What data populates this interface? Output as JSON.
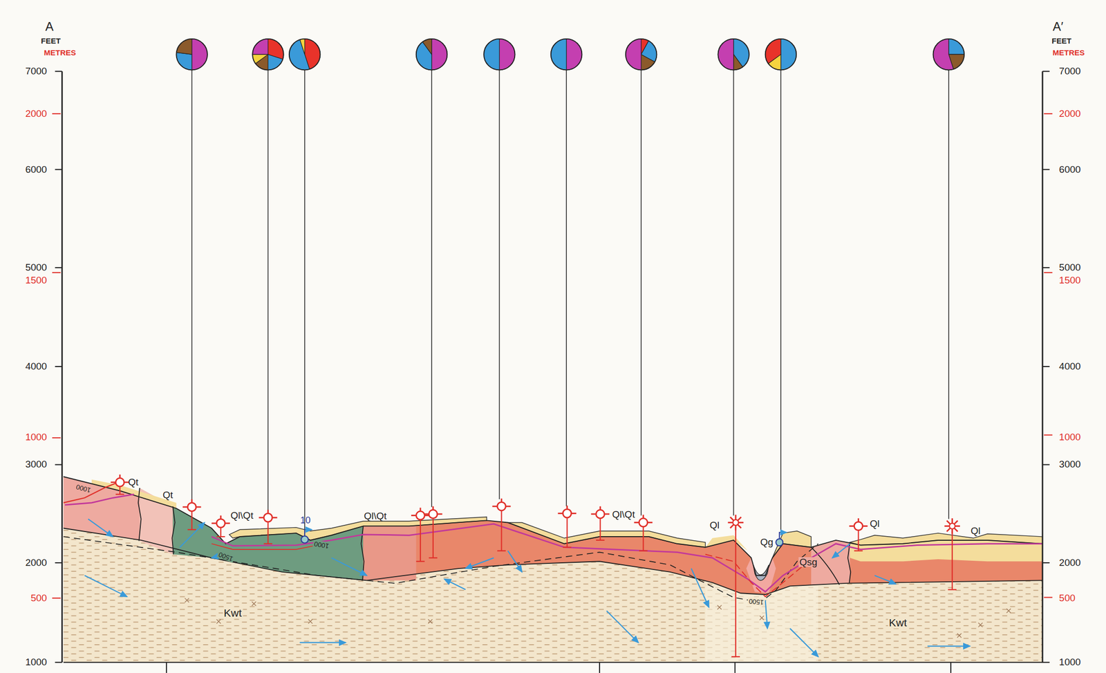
{
  "diagram": {
    "labels": [
      "A",
      "FEET",
      "METRES",
      "7000",
      "2000",
      "6000",
      "5000",
      "1500",
      "4000",
      "1000",
      "3000",
      "2000",
      "500",
      "1000",
      "A′",
      "FEET",
      "METRES",
      "7000",
      "2000",
      "6000",
      "5000",
      "1500",
      "4000",
      "1000",
      "3000",
      "2000",
      "500",
      "1000",
      "1000",
      "Qt",
      "Qt",
      "1500",
      "Ql\\Qt",
      "10",
      "1000",
      "Ql\\Qt",
      "Ql\\Qt",
      "Ql",
      "Qg",
      "Qsg",
      "1500",
      "Ql",
      "Ql",
      "Kwt",
      "Kwt"
    ]
  }
}
